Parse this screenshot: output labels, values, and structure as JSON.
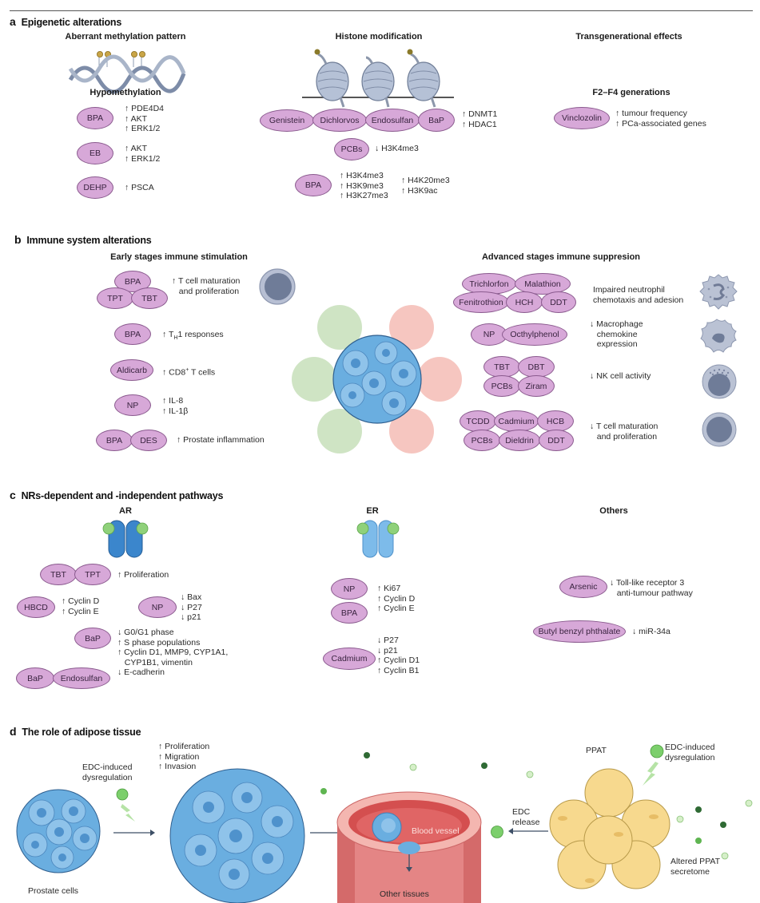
{
  "sections": {
    "a": {
      "letter": "a",
      "title": "Epigenetic alterations",
      "methylation": {
        "subtitle": "Aberrant methylation pattern",
        "heading": "Hypomethylation",
        "rows": [
          {
            "agents": [
              "BPA"
            ],
            "effects": "↑ PDE4D4\n↑ AKT\n↑ ERK1/2"
          },
          {
            "agents": [
              "EB"
            ],
            "effects": "↑ AKT\n↑ ERK1/2"
          },
          {
            "agents": [
              "DEHP"
            ],
            "effects": "↑ PSCA"
          }
        ]
      },
      "histone": {
        "subtitle": "Histone modification",
        "rows": [
          {
            "agents": [
              "Genistein",
              "Dichlorvos",
              "Endosulfan",
              "BaP"
            ],
            "effects": "↑ DNMT1\n↑ HDAC1"
          },
          {
            "agents": [
              "PCBs"
            ],
            "effects": "↓ H3K4me3"
          },
          {
            "agents": [
              "BPA"
            ],
            "effects": "↑ H3K4me3\n↑ H3K9me3\n↑ H3K27me3",
            "effects_2": "↑ H4K20me3\n↑ H3K9ac"
          }
        ]
      },
      "transgenerational": {
        "subtitle": "Transgenerational effects",
        "heading": "F2–F4 generations",
        "rows": [
          {
            "agents": [
              "Vinclozolin"
            ],
            "effects": "↑ tumour frequency\n↑ PCa-associated genes"
          }
        ]
      }
    },
    "b": {
      "letter": "b",
      "title": "Immune system alterations",
      "early": {
        "subtitle": "Early stages immune stimulation",
        "rows": [
          {
            "agents": [
              "BPA",
              "TPT",
              "TBT"
            ],
            "effects": "↑ T cell maturation\n   and proliferation",
            "cell_icon": "t-cell"
          },
          {
            "agents": [
              "BPA"
            ],
            "effects": "↑ T",
            "effects_sub": "H",
            "effects_tail": "1 responses"
          },
          {
            "agents": [
              "Aldicarb"
            ],
            "effects": "↑ CD8",
            "effects_sup": "+",
            "effects_tail": " T cells"
          },
          {
            "agents": [
              "NP"
            ],
            "effects": "↑ IL-8\n↑ IL-1β"
          },
          {
            "agents": [
              "BPA",
              "DES"
            ],
            "effects": "↑ Prostate inflammation"
          }
        ]
      },
      "advanced": {
        "subtitle": "Advanced stages immune suppresion",
        "rows": [
          {
            "agents": [
              "Trichlorfon",
              "Malathion",
              "Fenitrothion",
              "HCH",
              "DDT"
            ],
            "effects": "Impaired neutrophil\nchemotaxis and adesion",
            "cell_icon": "neutrophil"
          },
          {
            "agents": [
              "NP",
              "Octhylphenol"
            ],
            "effects": "↓ Macrophage\n   chemokine\n   expression",
            "cell_icon": "macrophage"
          },
          {
            "agents": [
              "TBT",
              "DBT",
              "PCBs",
              "Ziram"
            ],
            "effects": "↓ NK cell activity",
            "cell_icon": "nk-cell"
          },
          {
            "agents": [
              "TCDD",
              "Cadmium",
              "HCB",
              "PCBs",
              "Dieldrin",
              "DDT"
            ],
            "effects": "↓ T cell maturation\n   and proliferation",
            "cell_icon": "t-cell"
          }
        ]
      }
    },
    "c": {
      "letter": "c",
      "title": "NRs-dependent and -independent pathways",
      "ar": {
        "subtitle": "AR",
        "rows": [
          {
            "agents": [
              "TBT",
              "TPT"
            ],
            "effects": "↑ Proliferation"
          },
          {
            "agents": [
              "HBCD"
            ],
            "effects": "↑ Cyclin D\n↑ Cyclin E"
          },
          {
            "agents": [
              "NP"
            ],
            "effects": "↓ Bax\n↓ P27\n↓ p21"
          },
          {
            "agents": [
              "BaP"
            ],
            "effects": "↓ G0/G1 phase\n↑ S phase populations\n↑ Cyclin D1, MMP9, CYP1A1,\n   CYP1B1, vimentin\n↓ E-cadherin"
          },
          {
            "agents": [
              "BaP",
              "Endosulfan"
            ],
            "effects": ""
          }
        ]
      },
      "er": {
        "subtitle": "ER",
        "rows": [
          {
            "agents": [
              "NP",
              "BPA"
            ],
            "effects": "↑ Ki67\n↑ Cyclin D\n↑ Cyclin E"
          },
          {
            "agents": [
              "Cadmium"
            ],
            "effects": "↓ P27\n↓ p21\n↑ Cyclin D1\n↑ Cyclin B1"
          }
        ]
      },
      "others": {
        "subtitle": "Others",
        "rows": [
          {
            "agents": [
              "Arsenic"
            ],
            "effects": "↓ Toll-like receptor 3\n   anti-tumour pathway"
          },
          {
            "agents": [
              "Butyl benzyl phthalate"
            ],
            "effects": "↓ miR-34a"
          }
        ]
      }
    },
    "d": {
      "letter": "d",
      "title": "The role of adipose tissue",
      "labels": {
        "prostate_cells": "Prostate cells",
        "edc_induced_left": "EDC-induced\ndysregulation",
        "tumour_effects": "↑ Proliferation\n↑ Migration\n↑ Invasion",
        "blood_vessel": "Blood vessel",
        "other_tissues": "Other tissues",
        "edc_release": "EDC\nrelease",
        "ppat": "PPAT",
        "edc_induced_right": "EDC-induced\ndysregulation",
        "altered_secretome": "Altered PPAT\nsecretome"
      }
    }
  },
  "colors": {
    "pill_fill": "#d7a8d8",
    "pill_border": "#8a5a8e",
    "cell_blue": "#6aaee0",
    "adipocyte": "#f7d98e",
    "vessel": "#e07a7a",
    "edc_green": "#6cc06a"
  }
}
